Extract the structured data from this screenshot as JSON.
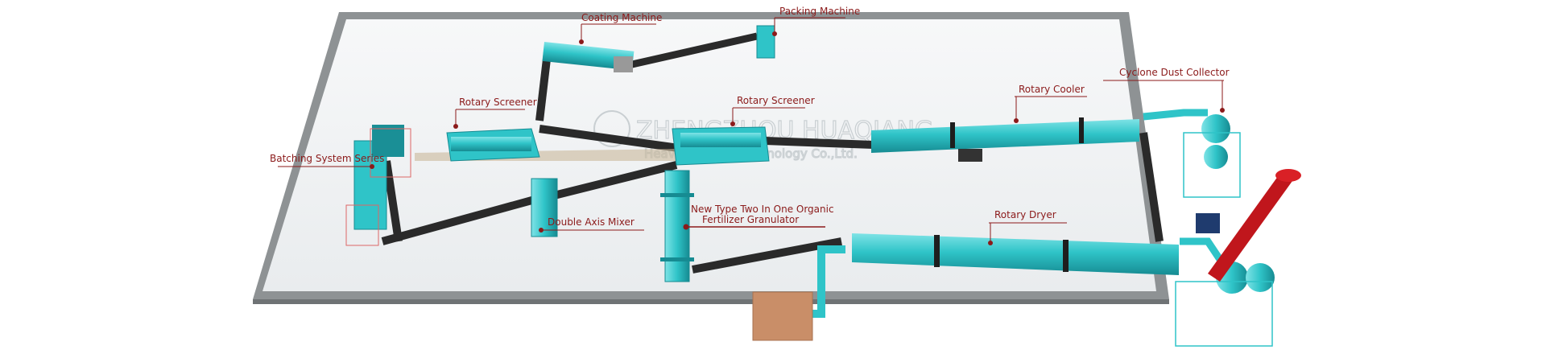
{
  "title": "Organic Fertilizer Production Line Layout",
  "watermark": {
    "company": "ZHENGZHOU HUAQIANG",
    "subtitle": "Heavy Industry Technology Co.,Ltd."
  },
  "labels": {
    "coating_machine": "Coating Machine",
    "packing_machine": "Packing Machine",
    "rotary_screener_1": "Rotary Screener",
    "rotary_screener_2": "Rotary Screener",
    "rotary_cooler": "Rotary Cooler",
    "cyclone_dust_collector": "Cyclone Dust Collector",
    "batching_system": "Batching System Series",
    "double_axis_mixer": "Double Axis Mixer",
    "granulator_line1": "New Type Two In One Organic",
    "granulator_line2": "Fertilizer Granulator",
    "rotary_dryer": "Rotary Dryer"
  },
  "colors": {
    "machine": "#2fc4c8",
    "machine_dark": "#1a8f96",
    "conveyor": "#2a2a2a",
    "label": "#8b1a1a",
    "floor": "#f3f5f6",
    "floor_edge": "#8e9294",
    "chimney": "#c0161c",
    "furnace": "#c98e68"
  }
}
